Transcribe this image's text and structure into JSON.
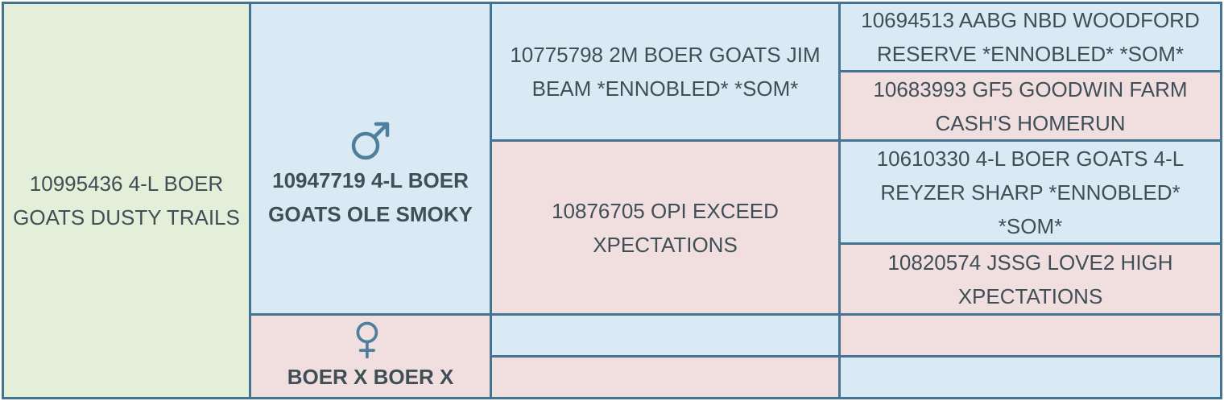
{
  "subject": {
    "name": "10995436 4-L BOER GOATS DUSTY TRAILS"
  },
  "sire": {
    "symbol": "male-symbol-icon",
    "name": "10947719 4-L BOER GOATS OLE SMOKY",
    "sire": {
      "name": "10775798 2M BOER GOATS JIM BEAM *ENNOBLED* *SOM*",
      "sire": {
        "name": "10694513 AABG NBD WOODFORD RESERVE *ENNOBLED* *SOM*"
      },
      "dam": {
        "name": "10683993 GF5 GOODWIN FARM CASH'S HOMERUN"
      }
    },
    "dam": {
      "name": "10876705 OPI EXCEED XPECTATIONS",
      "sire": {
        "name": "10610330 4-L BOER GOATS 4-L REYZER SHARP *ENNOBLED* *SOM*"
      },
      "dam": {
        "name": "10820574 JSSG LOVE2 HIGH XPECTATIONS"
      }
    }
  },
  "dam": {
    "symbol": "female-symbol-icon",
    "name": "BOER X BOER X",
    "sire": {
      "name": "",
      "sire": {
        "name": ""
      },
      "dam": {
        "name": ""
      }
    },
    "dam": {
      "name": "",
      "sire": {
        "name": ""
      },
      "dam": {
        "name": ""
      }
    }
  },
  "colors": {
    "border": "#457492",
    "subject": "#e3efd8",
    "male": "#daeaf4",
    "female": "#f1dfe0",
    "text": "#3f4e57"
  }
}
